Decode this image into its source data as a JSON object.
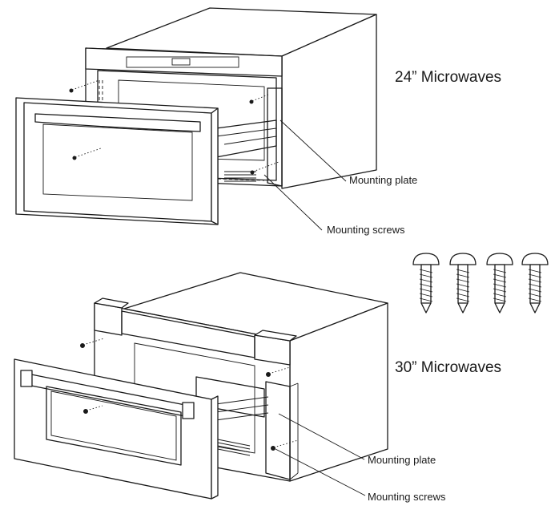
{
  "sections": [
    {
      "title": "24” Microwaves",
      "callouts": {
        "plate": "Mounting plate",
        "screws": "Mounting screws"
      }
    },
    {
      "title": "30” Microwaves",
      "callouts": {
        "plate": "Mounting plate",
        "screws": "Mounting screws"
      }
    }
  ],
  "icons": {
    "screw": "screw-icon",
    "count": 4
  }
}
